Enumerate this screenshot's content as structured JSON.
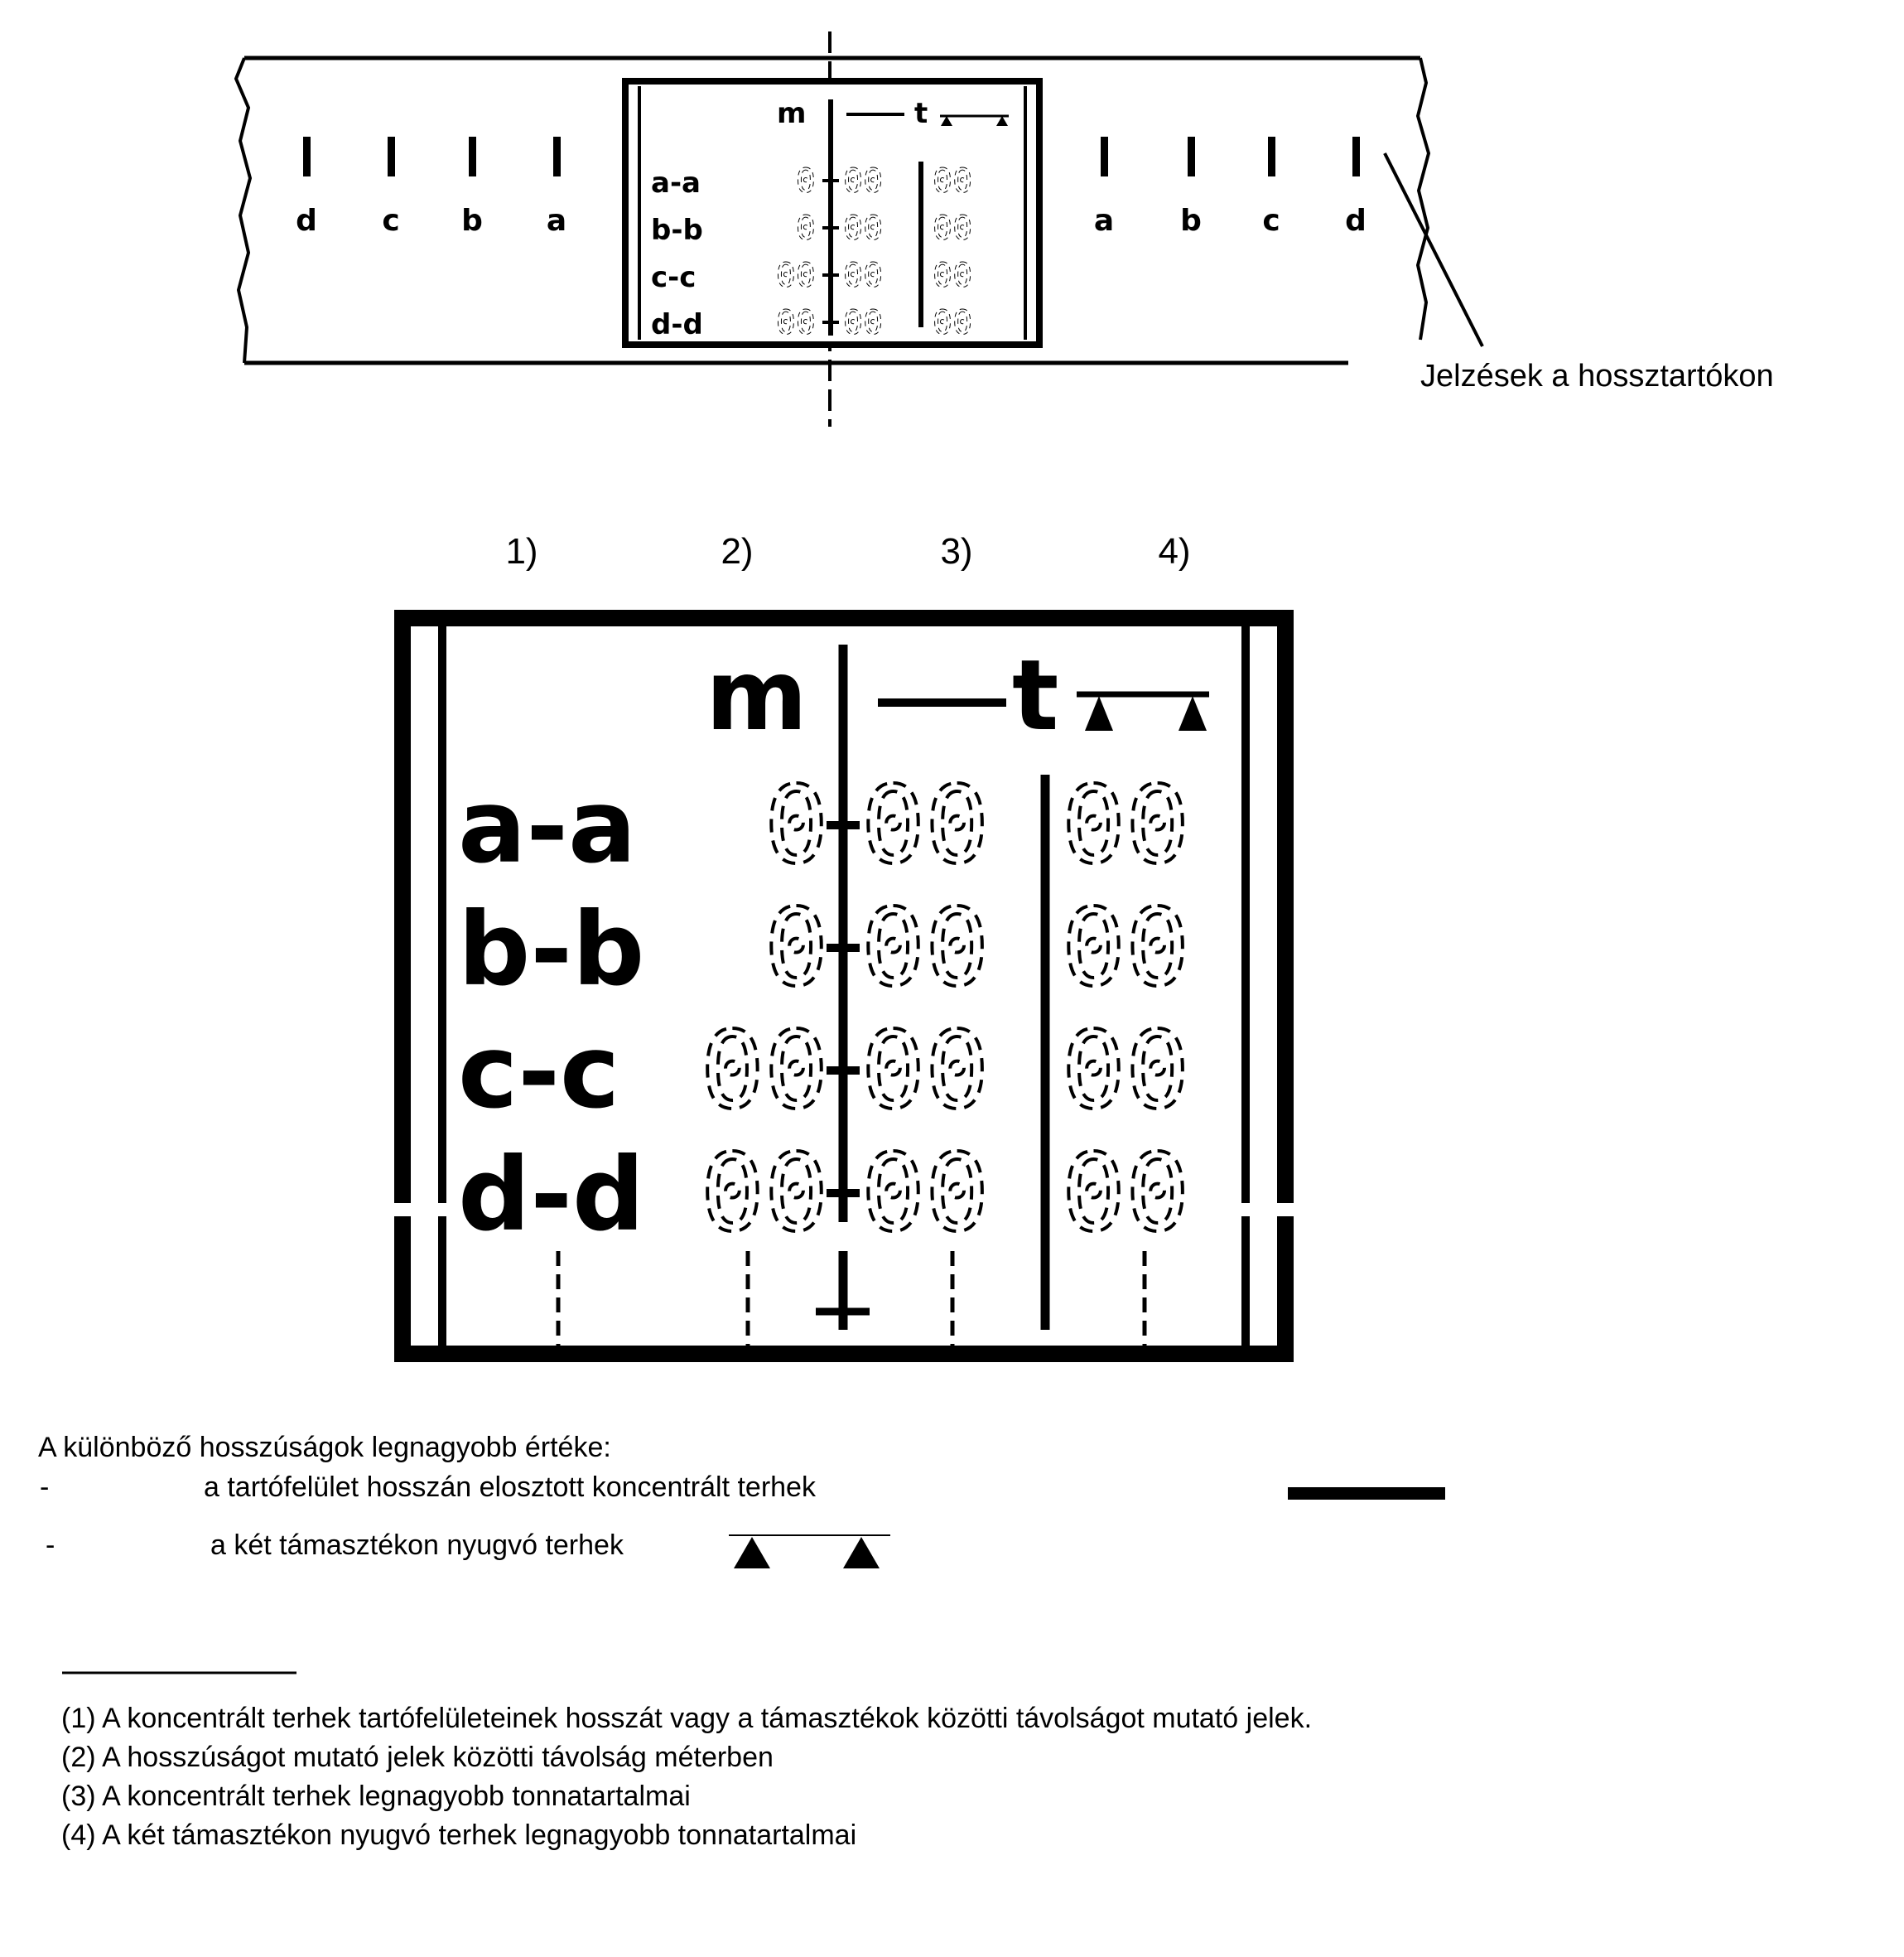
{
  "top_strip": {
    "left_marks": [
      "d",
      "c",
      "b",
      "a"
    ],
    "right_marks": [
      "a",
      "b",
      "c",
      "d"
    ],
    "callout": "Jelzések a hossztartókon"
  },
  "plate": {
    "header_m": "m",
    "header_t": "t",
    "rows": [
      {
        "label": "a-a",
        "m": "0",
        "t": "00",
        "s": "00"
      },
      {
        "label": "b-b",
        "m": "0",
        "t": "00",
        "s": "00"
      },
      {
        "label": "c-c",
        "m": "00",
        "t": "00",
        "s": "00"
      },
      {
        "label": "d-d",
        "m": "00",
        "t": "00",
        "s": "00"
      }
    ]
  },
  "footnote_refs": [
    "1)",
    "2)",
    "3)",
    "4)"
  ],
  "legend": {
    "intro": "A különböző hosszúságok legnagyobb értéke:",
    "items": [
      {
        "dash": "-",
        "text": "a tartófelület hosszán elosztott koncentrált terhek",
        "symbol": "thick-bar-symbol"
      },
      {
        "dash": "-",
        "text": "a két támasztékon nyugvó terhek",
        "symbol": "two-supports-symbol"
      }
    ]
  },
  "footnotes": [
    "(1) A koncentrált terhek tartófelületeinek hosszát vagy a támasztékok közötti távolságot mutató jelek.",
    "(2) A hosszúságot mutató jelek közötti távolság méterben",
    "(3) A koncentrált terhek legnagyobb tonnatartalmai",
    "(4) A két támasztékon nyugvó terhek legnagyobb tonnatartalmai"
  ]
}
